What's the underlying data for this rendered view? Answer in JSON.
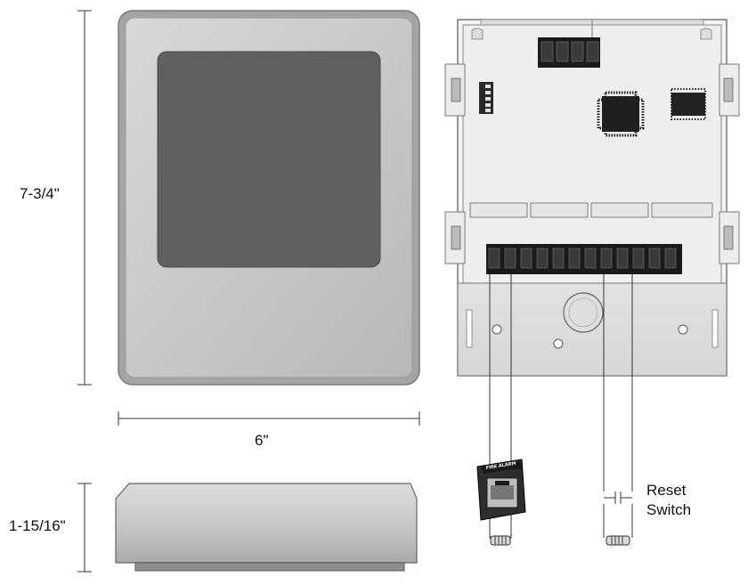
{
  "dimensions": {
    "height": "7-3/4\"",
    "width": "6\"",
    "depth": "1-15/16\""
  },
  "labels": {
    "reset_line1": "Reset",
    "reset_line2": "Switch"
  },
  "pull_station": {
    "label": "FIRE ALARM"
  },
  "colors": {
    "cover_gray": "#c8c8c8",
    "cover_border": "#8c8c8c",
    "window_dark": "#5f5f5f",
    "board_bg": "#ededed",
    "terminal_black": "#1a1a1a"
  }
}
